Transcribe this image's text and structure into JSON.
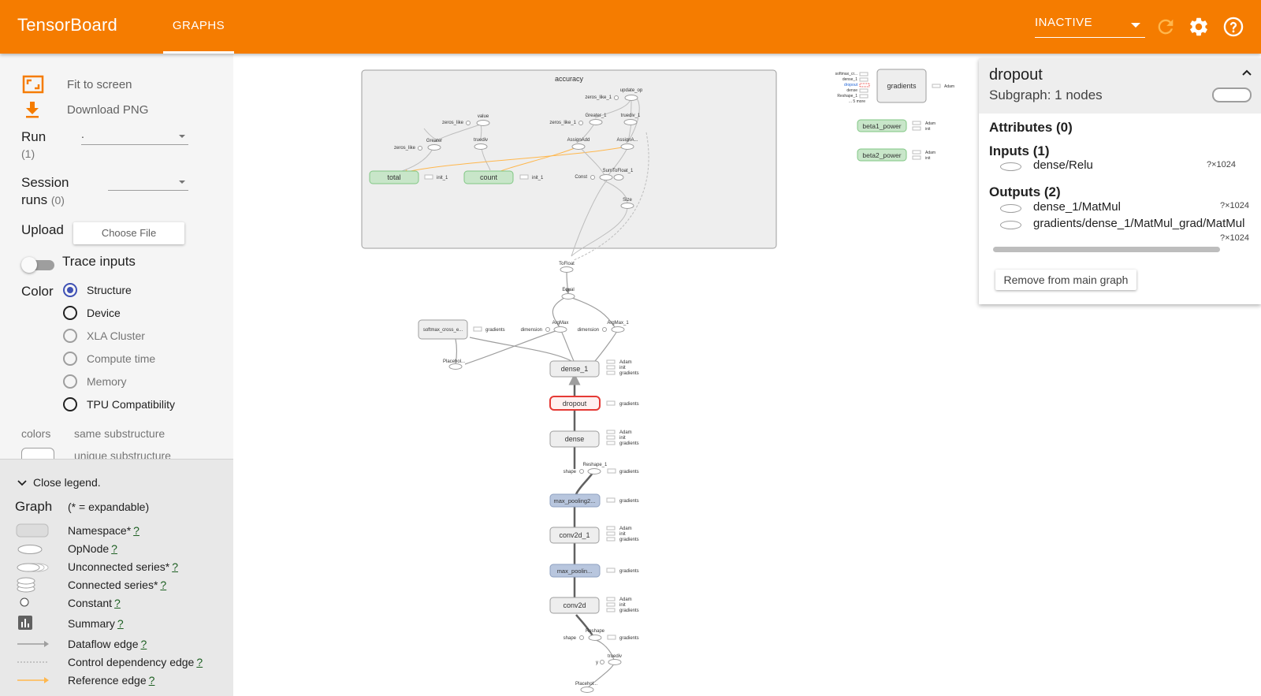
{
  "app": {
    "title": "TensorBoard",
    "tab": "GRAPHS",
    "status_select": "INACTIVE",
    "icons": [
      "refresh-icon",
      "settings-gear-icon",
      "help-icon"
    ]
  },
  "sidebar": {
    "fit_to_screen": "Fit to screen",
    "download_png": "Download PNG",
    "run_label": "Run",
    "run_count": "(1)",
    "run_value": ".",
    "session_label_1": "Session",
    "session_label_2": "runs",
    "session_count": "(0)",
    "session_value": "",
    "upload_label": "Upload",
    "choose_file": "Choose File",
    "trace_inputs": "Trace inputs",
    "color_label": "Color",
    "color_options": [
      "Structure",
      "Device",
      "XLA Cluster",
      "Compute time",
      "Memory",
      "TPU Compatibility"
    ],
    "color_selected": "Structure",
    "colors_label": "colors",
    "same_substructure": "same substructure",
    "unique_substructure": "unique substructure"
  },
  "legend": {
    "close": "Close legend.",
    "graph_label": "Graph",
    "expandable_note": "(* = expandable)",
    "items": [
      "Namespace*",
      "OpNode",
      "Unconnected series*",
      "Connected series*",
      "Constant",
      "Summary",
      "Dataflow edge",
      "Control dependency edge",
      "Reference edge"
    ],
    "help_mark": "?"
  },
  "graph": {
    "accuracy_group": "accuracy",
    "accuracy_nodes": {
      "update_op": "update_op",
      "zeros_like_1a": "zeros_like_1",
      "zeros_like_1b": "zeros_like_1",
      "greater_1": "Greater_1",
      "truediv_1": "truediv_1",
      "value": "value",
      "zeros_like_a": "zeros_like",
      "zeros_like_b": "zeros_like",
      "greater": "Greater",
      "truediv": "truediv",
      "assignadd": "AssignAdd",
      "assigna": "AssignA...",
      "total": "total",
      "count": "count",
      "init_1a": "init_1",
      "init_1b": "init_1",
      "const": "Const",
      "sumtofloat": "SumToFloat_1",
      "size": "Size"
    },
    "main_nodes": {
      "tofloat": "ToFloat",
      "equal": "Equal",
      "argmax": "ArgMax",
      "argmax_1": "ArgMax_1",
      "dimension": "dimension",
      "softmax": "softmax_cross_e...",
      "placeholder_1": "Placehol...",
      "dense_1": "dense_1",
      "dropout": "dropout",
      "dense": "dense",
      "reshape_1": "Reshape_1",
      "shape": "shape",
      "max_pooling2": "max_pooling2...",
      "conv2d_1": "conv2d_1",
      "max_pooling": "max_poolin...",
      "conv2d": "conv2d",
      "reshape": "Reshape",
      "truediv": "truediv",
      "y": "y",
      "placeholder": "Placehol..."
    },
    "aux_labels": {
      "gradients": "gradients",
      "adam": "Adam",
      "init": "init"
    },
    "aux_nodes": {
      "gradients": "gradients",
      "beta1_power": "beta1_power",
      "beta2_power": "beta2_power",
      "grad_inputs": [
        "softmax_cr...",
        "dense_1",
        "dropout",
        "dense",
        "Reshape_1",
        "... 5 more"
      ]
    }
  },
  "info_card": {
    "title": "dropout",
    "subtitle": "Subgraph: 1 nodes",
    "attributes": "Attributes (0)",
    "inputs": "Inputs (1)",
    "input_items": [
      {
        "name": "dense/Relu",
        "shape": "?×1024"
      }
    ],
    "outputs": "Outputs (2)",
    "output_items": [
      {
        "name": "dense_1/MatMul",
        "shape": "?×1024"
      },
      {
        "name": "gradients/dense_1/MatMul_grad/MatMul",
        "shape": "?×1024"
      }
    ],
    "remove_button": "Remove from main graph"
  }
}
